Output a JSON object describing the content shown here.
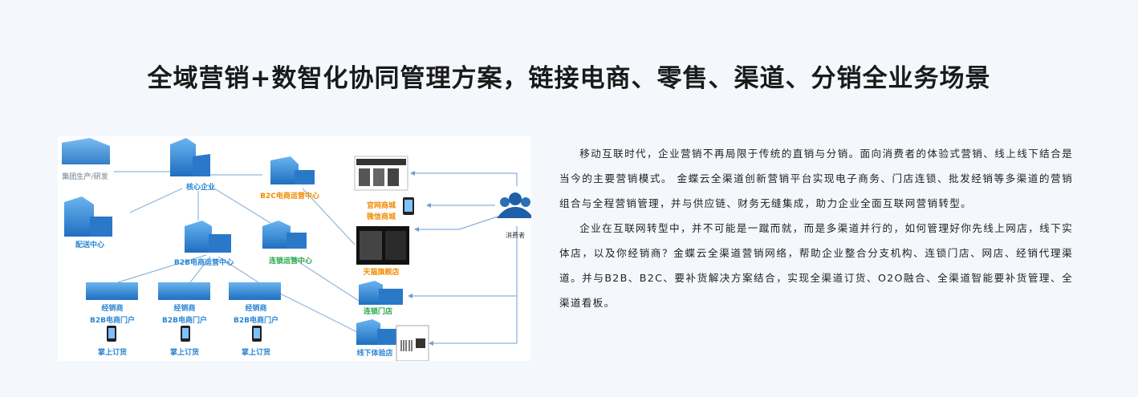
{
  "title": "全域营销+数智化协同管理方案，链接电商、零售、渠道、分销全业务场景",
  "diagram": {
    "nodes": {
      "group": "集团生产/研发",
      "core": "核心企业",
      "b2c": "B2C电商运营中心",
      "delivery": "配送中心",
      "b2b": "B2B电商运营中心",
      "chain": "连锁运营中心",
      "official": "官网商城",
      "wechat": "微信商城",
      "tmall": "天猫旗舰店",
      "store": "连锁门店",
      "offline": "线下体验店",
      "consumer": "消费者"
    },
    "dealers": [
      {
        "name": "经销商",
        "portal": "B2B电商门户",
        "app": "掌上订货"
      },
      {
        "name": "经销商",
        "portal": "B2B电商门户",
        "app": "掌上订货"
      },
      {
        "name": "经销商",
        "portal": "B2B电商门户",
        "app": "掌上订货"
      }
    ]
  },
  "paragraphs": [
    "移动互联时代，企业营销不再局限于传统的直销与分销。面向消费者的体验式营销、线上线下结合是当今的主要营销模式。 金蝶云全渠道创新营销平台实现电子商务、门店连锁、批发经销等多渠道的营销组合与全程营销管理，并与供应链、财务无缝集成，助力企业全面互联网营销转型。",
    "企业在互联网转型中，并不可能是一蹴而就，而是多渠道并行的，如何管理好你先线上网店，线下实体店，以及你经销商？金蝶云全渠道营销网络，帮助企业整合分支机构、连锁门店、网店、经销代理渠道。并与B2B、B2C、要补货解决方案结合，实现全渠道订货、O2O融合、全渠道智能要补货管理、全渠道看板。"
  ],
  "colors": {
    "building": "#3a8fd8",
    "building_dark": "#1f5fa8",
    "line": "#8fb6dc",
    "orange": "#f08c00",
    "green": "#29a84a"
  }
}
